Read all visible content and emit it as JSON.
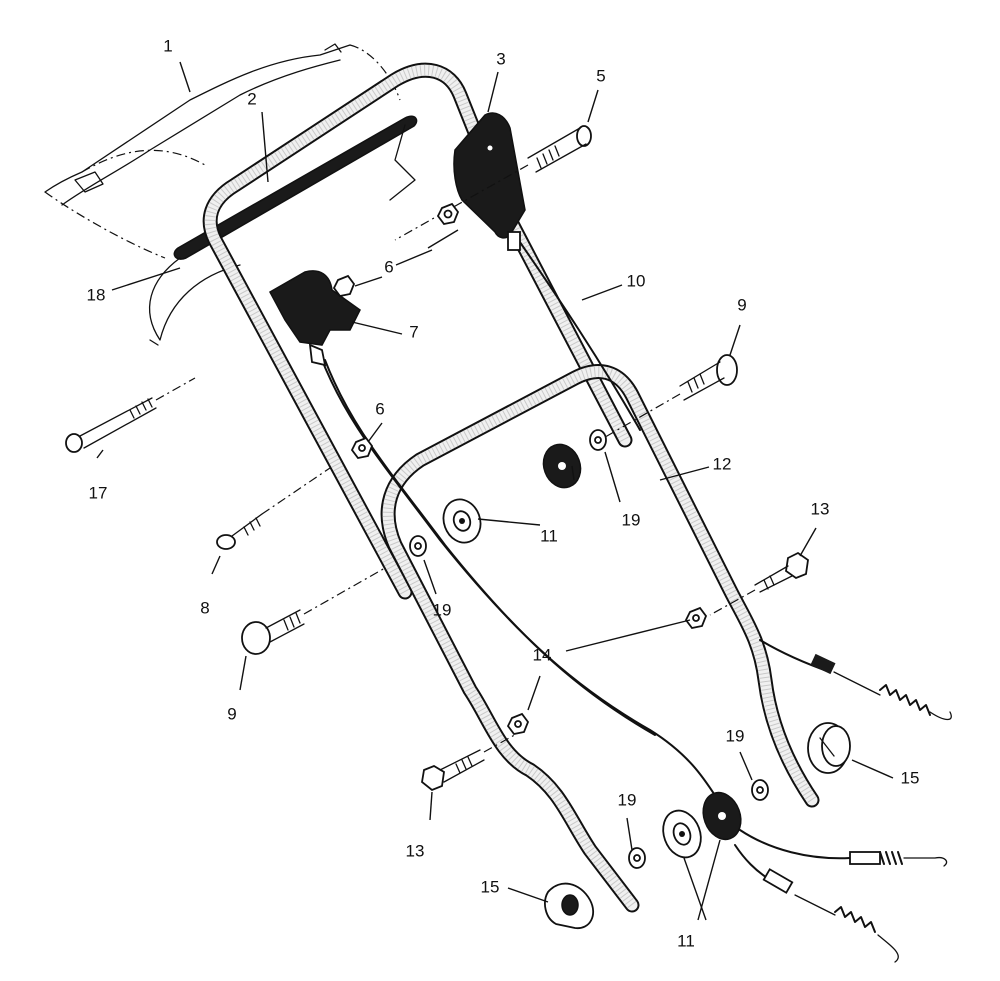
{
  "callouts": [
    {
      "id": "1",
      "text": "1"
    },
    {
      "id": "2",
      "text": "2"
    },
    {
      "id": "3",
      "text": "3"
    },
    {
      "id": "5",
      "text": "5"
    },
    {
      "id": "6a",
      "text": "6"
    },
    {
      "id": "6b",
      "text": "6"
    },
    {
      "id": "7",
      "text": "7"
    },
    {
      "id": "8",
      "text": "8"
    },
    {
      "id": "9a",
      "text": "9"
    },
    {
      "id": "9b",
      "text": "9"
    },
    {
      "id": "10",
      "text": "10"
    },
    {
      "id": "11a",
      "text": "11"
    },
    {
      "id": "11b",
      "text": "11"
    },
    {
      "id": "12",
      "text": "12"
    },
    {
      "id": "13a",
      "text": "13"
    },
    {
      "id": "13b",
      "text": "13"
    },
    {
      "id": "14",
      "text": "14"
    },
    {
      "id": "15a",
      "text": "15"
    },
    {
      "id": "15b",
      "text": "15"
    },
    {
      "id": "17",
      "text": "17"
    },
    {
      "id": "18",
      "text": "18"
    },
    {
      "id": "19a",
      "text": "19"
    },
    {
      "id": "19b",
      "text": "19"
    },
    {
      "id": "19c",
      "text": "19"
    },
    {
      "id": "19d",
      "text": "19"
    }
  ]
}
